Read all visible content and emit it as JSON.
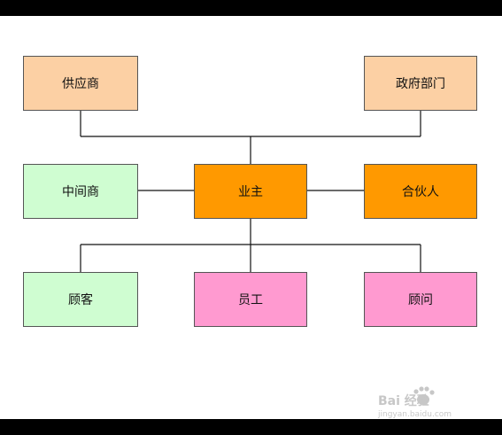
{
  "colors": {
    "supplier": "#fcd0a4",
    "government": "#fcd0a4",
    "intermediary": "#cffdd1",
    "owner": "#ff9900",
    "partner": "#ff9900",
    "customer": "#cffdd1",
    "employee": "#ff9ad0",
    "consultant": "#ff9ad0",
    "line": "#111111"
  },
  "nodes": {
    "supplier": "供应商",
    "government": "政府部门",
    "intermediary": "中间商",
    "owner": "业主",
    "partner": "合伙人",
    "customer": "顾客",
    "employee": "员工",
    "consultant": "顾问"
  },
  "watermark": {
    "logo_text": "Bai 经验",
    "url": "jingyan.baidu.com"
  }
}
